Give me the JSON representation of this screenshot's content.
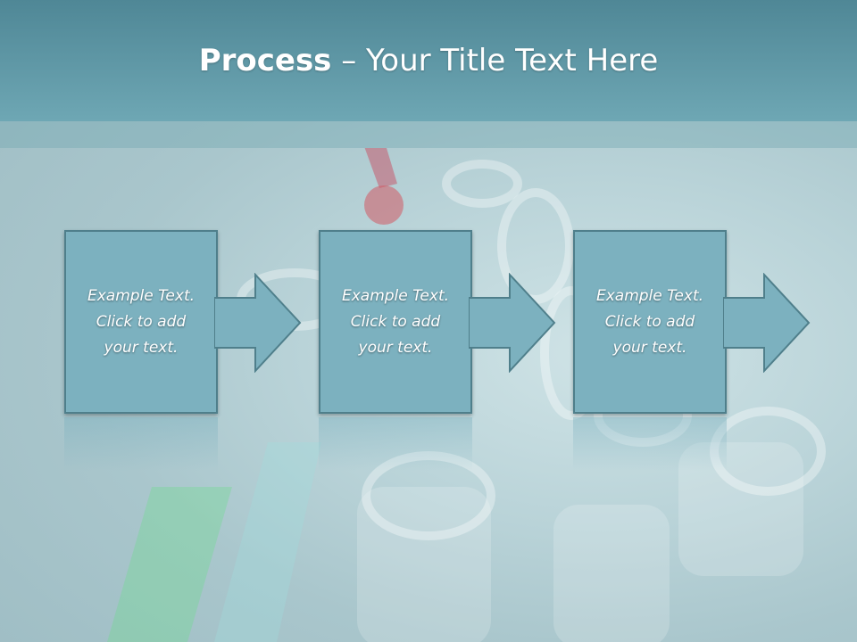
{
  "slide": {
    "title_strong": "Process",
    "title_rest": "– Your Title Text Here"
  },
  "steps": [
    {
      "line1": "Example Text.",
      "line2": "Click  to add",
      "line3": "your text."
    },
    {
      "line1": "Example Text.",
      "line2": "Click  to add",
      "line3": "your text."
    },
    {
      "line1": "Example Text.",
      "line2": "Click  to add",
      "line3": "your text."
    }
  ],
  "colors": {
    "title_bar": "#5e97a5",
    "box_fill": "#7cb1bf",
    "box_border": "#4f7f8b",
    "text": "#ffffff"
  }
}
